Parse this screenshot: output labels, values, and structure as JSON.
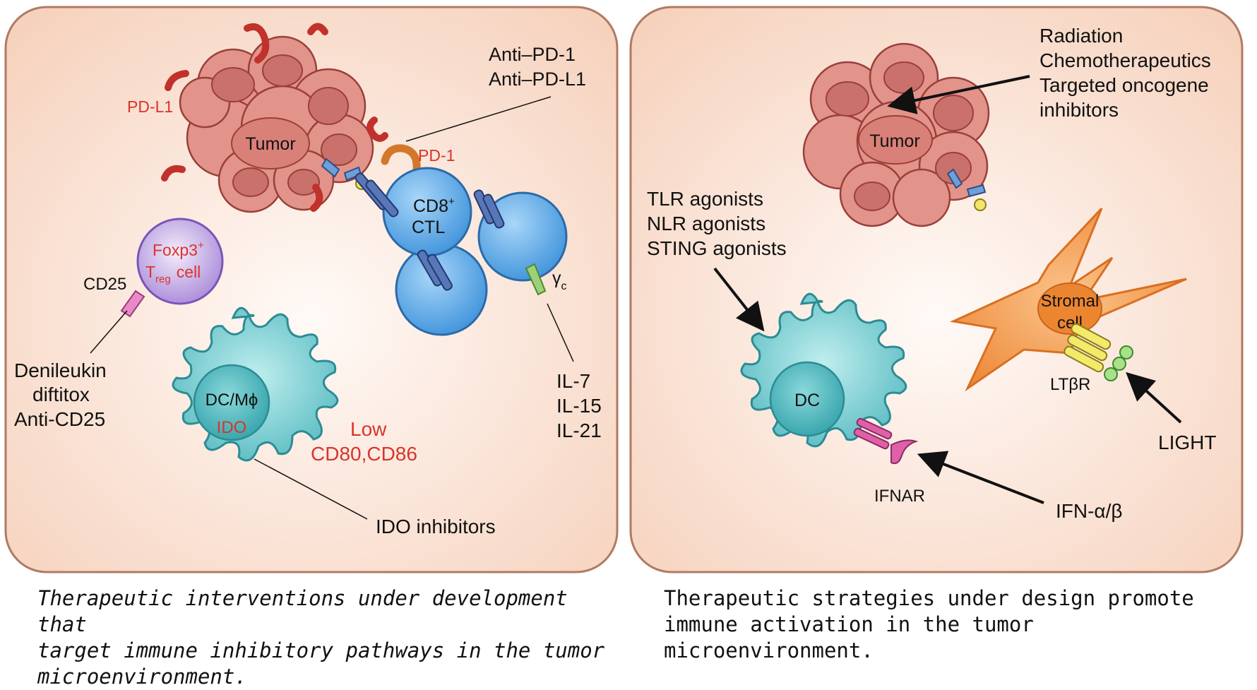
{
  "left_panel": {
    "tumor_label": "Tumor",
    "pdl1_label": "PD-L1",
    "pd1_label": "PD-1",
    "anti_pd_lines": [
      "Anti–PD-1",
      "Anti–PD-L1"
    ],
    "cd8_line1": "CD8",
    "cd8_sup": "+",
    "cd8_line2": "CTL",
    "treg_foxp3": "Foxp3",
    "treg_sup": "+",
    "treg_t": "T",
    "treg_sub": "reg",
    "treg_cell": "cell",
    "cd25_label": "CD25",
    "denileukin_lines": [
      "Denileukin",
      "diftitox",
      "Anti-CD25"
    ],
    "dc_label": "DC/Mϕ",
    "ido_label": "IDO",
    "low_lines": [
      "Low",
      "CD80,CD86"
    ],
    "gamma_c_label": "γ",
    "gamma_c_sub": "c",
    "interleukins": [
      "IL-7",
      "IL-15",
      "IL-21"
    ],
    "ido_inhibitors_label": "IDO inhibitors"
  },
  "right_panel": {
    "tumor_label": "Tumor",
    "radiation_lines": [
      "Radiation",
      "Chemotherapeutics",
      "Targeted oncogene",
      "inhibitors"
    ],
    "agonist_lines": [
      "TLR agonists",
      "NLR agonists",
      "STING agonists"
    ],
    "dc_label": "DC",
    "stromal_lines": [
      "Stromal",
      "cell"
    ],
    "ltbr_label": "LTβR",
    "light_label": "LIGHT",
    "ifnar_label": "IFNAR",
    "ifn_label": "IFN-α/β"
  },
  "captions": {
    "left": "Therapeutic interventions under development that\ntarget immune inhibitory pathways in the tumor\nmicroenvironment.",
    "right": "Therapeutic strategies under design promote\nimmune activation in the tumor microenvironment."
  },
  "colors": {
    "panel_fill": "#f9dccb",
    "panel_border": "#b07a63",
    "tumor_fill": "#e2938a",
    "tumor_stroke": "#9a3f3a",
    "red_text": "#d9342b",
    "cd8_fill": "#5aa8e6",
    "dc_fill": "#5ec4c8",
    "treg_fill": "#b79be0",
    "stromal_fill": "#f29a4a"
  }
}
